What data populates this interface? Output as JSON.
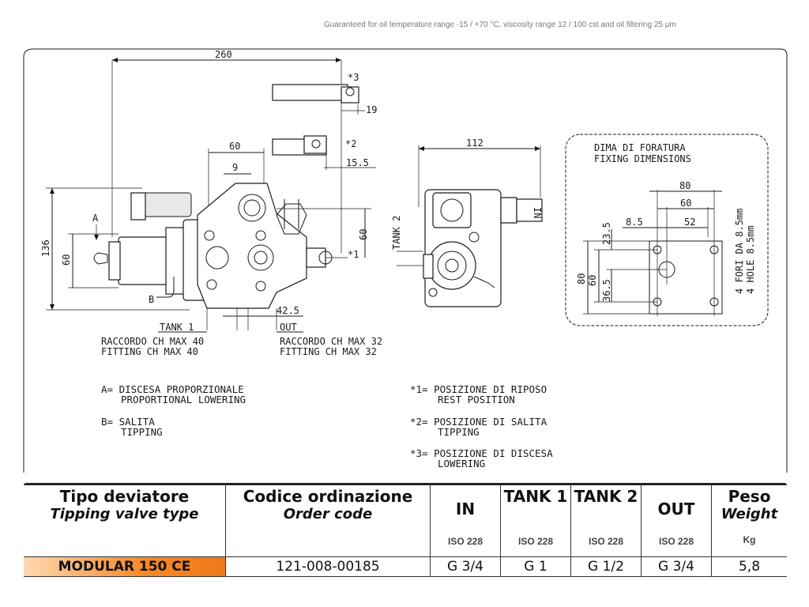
{
  "header": {
    "caption": "Guaranteed for oil temperature range -15 / +70 °C, viscosity range 12 / 100 cst and oil filtering 25 µm"
  },
  "drawing": {
    "dimensions": {
      "d260": "260",
      "d19": "19",
      "d15_5": "15.5",
      "d60_top": "60",
      "d9": "9",
      "d136": "136",
      "d60_left": "60",
      "d60_right": "60",
      "d42_5": "42.5",
      "d112": "112",
      "d80_fix": "80",
      "d60_fix": "60",
      "d52_fix": "52",
      "d8_5_fix": "8.5",
      "d23_5_fix": "23.5",
      "d36_5_fix": "36.5",
      "d80_v_fix": "80",
      "d60_v_fix": "60"
    },
    "markers": {
      "m3": "*3",
      "m2": "*2",
      "m1": "*1",
      "a": "A",
      "b": "B"
    },
    "ports": {
      "tank1": "TANK 1",
      "out": "OUT",
      "tank2": "TANK 2",
      "in": "IN"
    },
    "fittings": {
      "left_it": "RACCORDO CH MAX 40",
      "left_en": "FITTING CH MAX 40",
      "right_it": "RACCORDO CH MAX 32",
      "right_en": "FITTING CH MAX 32"
    },
    "fixing": {
      "title_it": "DIMA DI FORATURA",
      "title_en": "FIXING DIMENSIONS",
      "holes_it": "4 FORI DA 8.5mm",
      "holes_en": "4 HOLE 8.5mm"
    }
  },
  "legend": {
    "a_it": "A= DISCESA PROPORZIONALE",
    "a_en": "PROPORTIONAL LOWERING",
    "b_it": "B= SALITA",
    "b_en": "TIPPING",
    "p1_it": "*1= POSIZIONE DI RIPOSO",
    "p1_en": "REST POSITION",
    "p2_it": "*2= POSIZIONE DI SALITA",
    "p2_en": "TIPPING",
    "p3_it": "*3= POSIZIONE DI DISCESA",
    "p3_en": "LOWERING"
  },
  "table": {
    "headers": [
      {
        "main": "Tipo deviatore",
        "sub": "Tipping valve type",
        "unit": ""
      },
      {
        "main": "Codice ordinazione",
        "sub": "Order code",
        "unit": ""
      },
      {
        "main": "IN",
        "sub": "",
        "unit": "ISO 228"
      },
      {
        "main": "TANK 1",
        "sub": "",
        "unit": "ISO 228"
      },
      {
        "main": "TANK 2",
        "sub": "",
        "unit": "ISO 228"
      },
      {
        "main": "OUT",
        "sub": "",
        "unit": "ISO 228"
      },
      {
        "main": "Peso",
        "sub": "Weight",
        "unit": "Kg"
      }
    ],
    "row": {
      "model": "MODULAR 150 CE",
      "code": "121-008-00185",
      "in": "G 3/4",
      "tank1": "G 1",
      "tank2": "G 1/2",
      "out": "G 3/4",
      "weight": "5,8"
    },
    "accent": "#f0781a"
  }
}
